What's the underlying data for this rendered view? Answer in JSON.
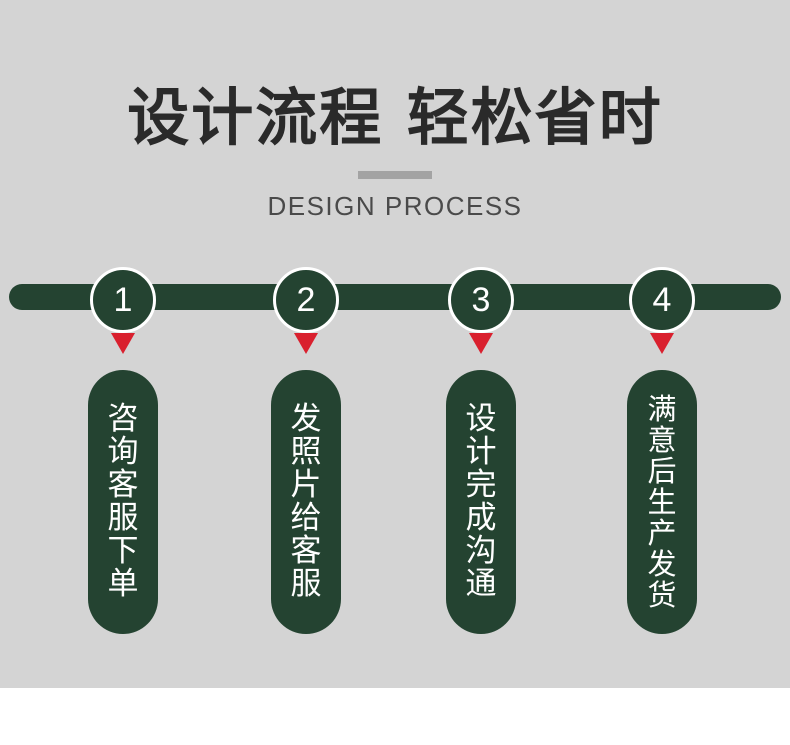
{
  "header": {
    "title": "设计流程 轻松省时",
    "subtitle": "DESIGN PROCESS"
  },
  "colors": {
    "background": "#d4d4d4",
    "accent_green": "#244331",
    "arrow_red": "#d9202e",
    "title_text": "#2a2a2a"
  },
  "steps": [
    {
      "number": "1",
      "text": "咨询客服下单"
    },
    {
      "number": "2",
      "text": "发照片给客服"
    },
    {
      "number": "3",
      "text": "设计完成沟通"
    },
    {
      "number": "4",
      "text": "满意后生产发货"
    }
  ]
}
